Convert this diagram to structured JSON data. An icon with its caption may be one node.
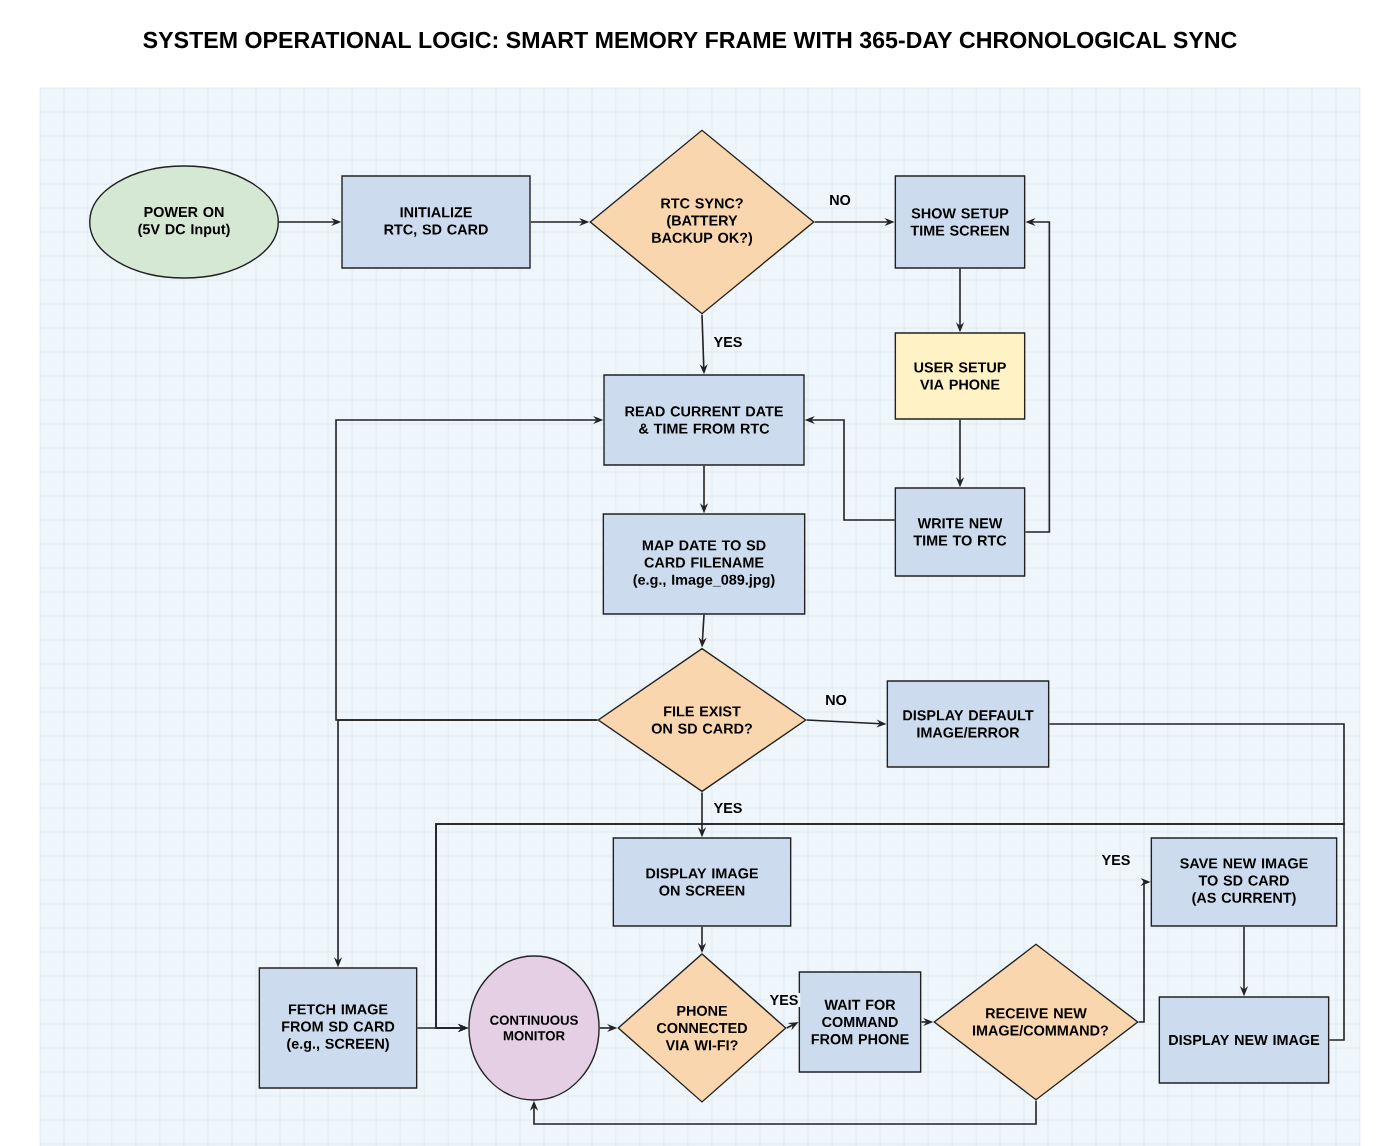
{
  "diagram": {
    "title": "SYSTEM OPERATIONAL LOGIC: SMART MEMORY FRAME WITH 365-DAY CHRONOLOGICAL SYNC",
    "nodes": [
      {
        "text": [
          "POWER ON (5V DC Input)"
        ]
      },
      {
        "text": [
          "INITIALIZE RTC, SD CARD"
        ]
      },
      {
        "text": [
          "RTC SYNC? (BATTERY BACKUP OK?)"
        ]
      },
      {
        "text": [
          "SHOW SETUP TIME SCREEN"
        ]
      },
      {
        "text": [
          "USER SETUP VIA PHONE"
        ]
      },
      {
        "text": [
          "WRITE NEW TIME TO RTC"
        ]
      },
      {
        "text": [
          "READ CURRENT DATE & TIME FROM RTC"
        ]
      },
      {
        "text": [
          "MAP DATE TO SD CARD FILENAME (e.g., Image_089.jpg)"
        ]
      },
      {
        "text": [
          "FILE EXIST ON SD CARD?"
        ]
      },
      {
        "text": [
          "DISPLAY DEFAULT IMAGE/ERROR"
        ]
      },
      {
        "text": [
          "DISPLAY IMAGE ON SCREEN"
        ]
      },
      {
        "text": [
          "FETCH IMAGE FROM SD CARD (e.g., SCREEN)"
        ]
      },
      {
        "text": [
          "CONTINUOUS MONITOR"
        ]
      },
      {
        "text": [
          "PHONE CONNECTED VIA WI-FI?"
        ]
      },
      {
        "text": [
          "WAIT FOR COMMAND FROM PHONE"
        ]
      },
      {
        "text": [
          "RECEIVE NEW IMAGE/COMMAND?"
        ]
      },
      {
        "text": [
          "SAVE NEW IMAGE TO SD CARD (AS CURRENT)"
        ]
      },
      {
        "text": [
          "DISPLAY NEW IMAGE"
        ]
      }
    ],
    "edges": [
      {
        "from": 0,
        "to": 1,
        "arrow": "to"
      },
      {
        "from": 1,
        "to": 2,
        "arrow": "to"
      },
      {
        "from": 2,
        "to": 3,
        "arrow": "to",
        "label": "NO"
      },
      {
        "from": 2,
        "to": 6,
        "arrow": "to",
        "label": "YES"
      },
      {
        "from": 3,
        "to": 4,
        "arrow": "to"
      },
      {
        "from": 4,
        "to": 5,
        "arrow": "to"
      },
      {
        "from": 5,
        "to": 3,
        "arrow": "to"
      },
      {
        "from": 5,
        "to": 6,
        "arrow": "to"
      },
      {
        "from": 6,
        "to": 7,
        "arrow": "to"
      },
      {
        "from": 7,
        "to": 8,
        "arrow": "to"
      },
      {
        "from": 8,
        "to": 9,
        "arrow": "to",
        "label": "NO"
      },
      {
        "from": 8,
        "to": 11,
        "arrow": "to"
      },
      {
        "from": 8,
        "to": 6,
        "arrow": "to"
      },
      {
        "from": 8,
        "to": 10,
        "arrow": "to",
        "label": "YES"
      },
      {
        "from": 9,
        "to": 12,
        "arrow": "to"
      },
      {
        "from": 10,
        "to": 13,
        "arrow": "to"
      },
      {
        "from": 11,
        "to": 12,
        "arrow": "to"
      },
      {
        "from": 12,
        "to": 13,
        "arrow": "to"
      },
      {
        "from": 13,
        "to": 14,
        "arrow": "to",
        "label": "YES"
      },
      {
        "from": 14,
        "to": 15,
        "arrow": "to"
      },
      {
        "from": 15,
        "to": 16,
        "arrow": "to",
        "label": "YES"
      },
      {
        "from": 16,
        "to": 17,
        "arrow": "to"
      },
      {
        "from": 17,
        "to": 12,
        "arrow": "to"
      },
      {
        "from": 15,
        "to": 12,
        "arrow": "to"
      }
    ]
  }
}
